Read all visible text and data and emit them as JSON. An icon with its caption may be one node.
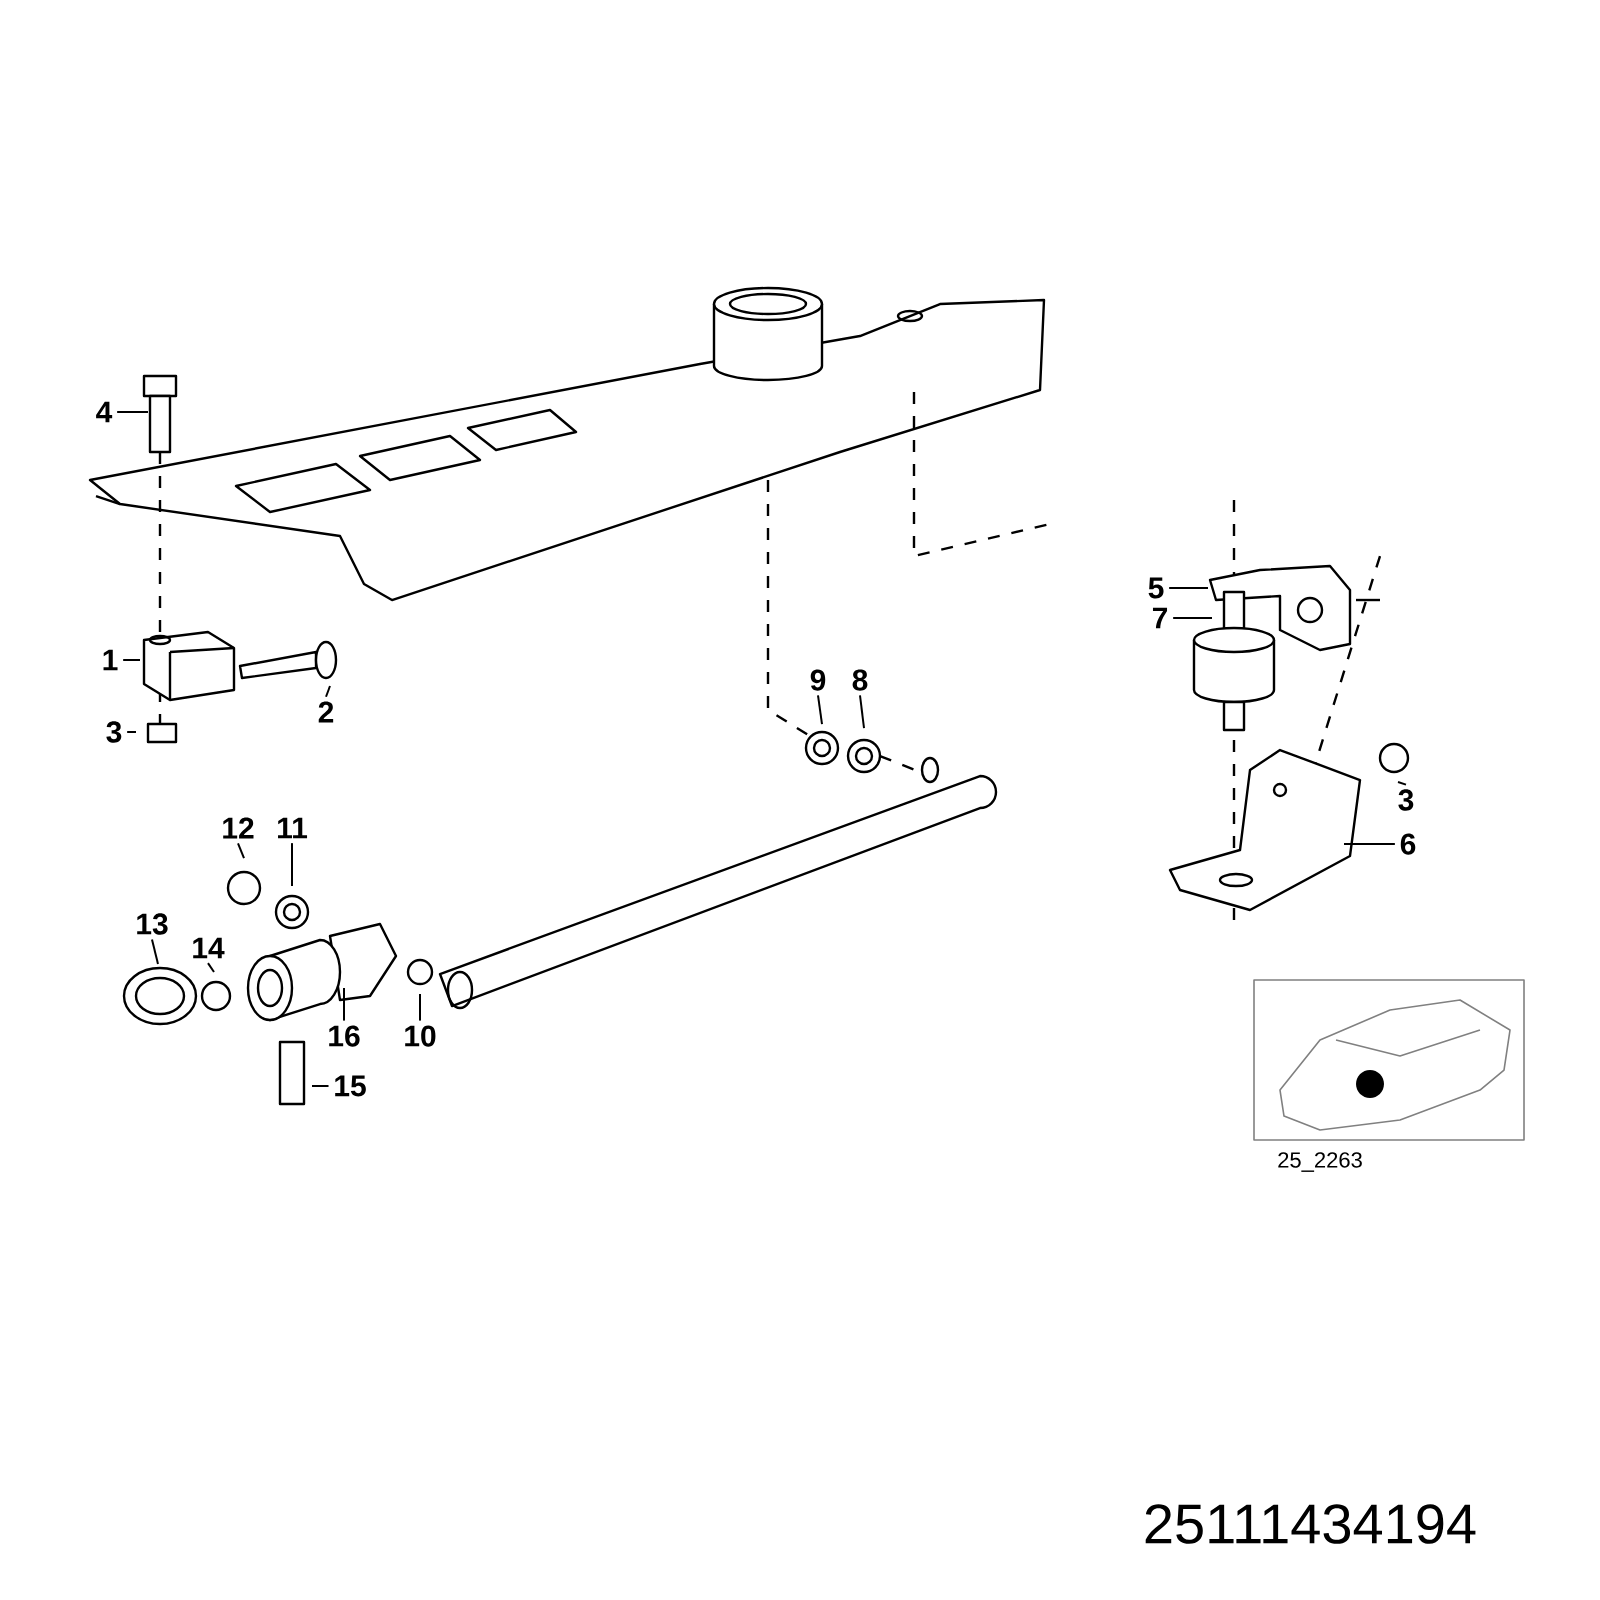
{
  "diagram": {
    "nodes": [
      {
        "text": [
          "4"
        ]
      },
      {
        "text": [
          "1"
        ]
      },
      {
        "text": [
          "2"
        ]
      },
      {
        "text": [
          "3"
        ]
      },
      {
        "text": [
          "9"
        ]
      },
      {
        "text": [
          "8"
        ]
      },
      {
        "text": [
          "5"
        ]
      },
      {
        "text": [
          "7"
        ]
      },
      {
        "text": [
          "3"
        ]
      },
      {
        "text": [
          "6"
        ]
      },
      {
        "text": [
          "12"
        ]
      },
      {
        "text": [
          "11"
        ]
      },
      {
        "text": [
          "13"
        ]
      },
      {
        "text": [
          "14"
        ]
      },
      {
        "text": [
          "16"
        ]
      },
      {
        "text": [
          "10"
        ]
      },
      {
        "text": [
          "15"
        ]
      }
    ],
    "edges": [
      {
        "from": 0,
        "to": null,
        "arrow": "none"
      },
      {
        "from": 1,
        "to": null,
        "arrow": "none"
      },
      {
        "from": 2,
        "to": null,
        "arrow": "none"
      },
      {
        "from": 3,
        "to": null,
        "arrow": "none"
      },
      {
        "from": 4,
        "to": null,
        "arrow": "none"
      },
      {
        "from": 5,
        "to": null,
        "arrow": "none"
      },
      {
        "from": 6,
        "to": null,
        "arrow": "none"
      },
      {
        "from": 7,
        "to": null,
        "arrow": "none"
      },
      {
        "from": 8,
        "to": null,
        "arrow": "none"
      },
      {
        "from": 9,
        "to": null,
        "arrow": "none"
      },
      {
        "from": 10,
        "to": null,
        "arrow": "none"
      },
      {
        "from": 11,
        "to": null,
        "arrow": "none"
      },
      {
        "from": 12,
        "to": null,
        "arrow": "none"
      },
      {
        "from": 13,
        "to": null,
        "arrow": "none"
      },
      {
        "from": 14,
        "to": null,
        "arrow": "none"
      },
      {
        "from": 15,
        "to": null,
        "arrow": "none"
      },
      {
        "from": 16,
        "to": null,
        "arrow": "none"
      }
    ],
    "labels": [
      "25_2263",
      "25111434194"
    ]
  }
}
